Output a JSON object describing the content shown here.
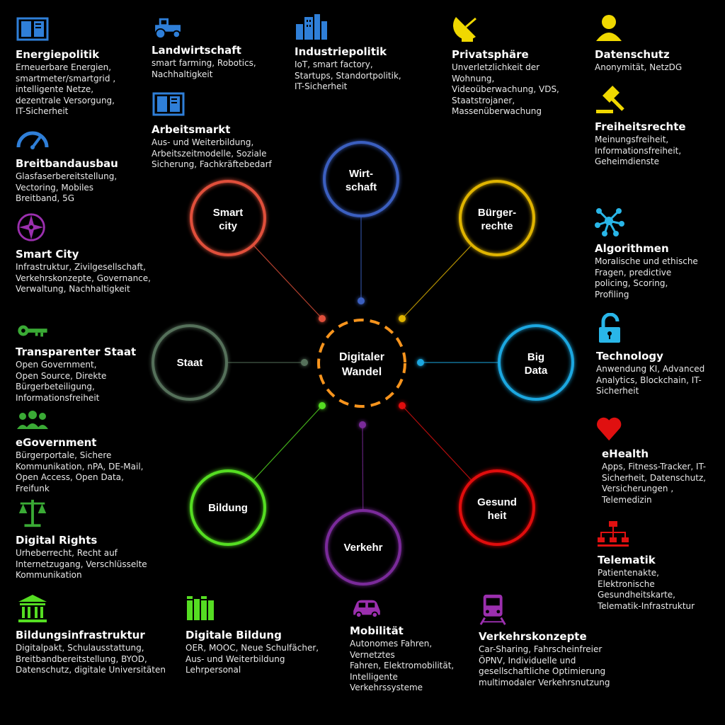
{
  "center": {
    "line1": "Digitaler",
    "line2": "Wandel",
    "color": "#f7941d"
  },
  "nodes": [
    {
      "id": "wirtschaft",
      "line1": "Wirt-",
      "line2": "schaft",
      "color": "#3b5fc0"
    },
    {
      "id": "buergerrechte",
      "line1": "Bürger-",
      "line2": "rechte",
      "color": "#e0b400"
    },
    {
      "id": "bigdata",
      "line1": "Big",
      "line2": "Data",
      "color": "#1aa7e0"
    },
    {
      "id": "gesundheit",
      "line1": "Gesund",
      "line2": "heit",
      "color": "#e01010"
    },
    {
      "id": "verkehr",
      "line1": "Verkehr",
      "line2": "",
      "color": "#7a2a9a"
    },
    {
      "id": "bildung",
      "line1": "Bildung",
      "line2": "",
      "color": "#55dd22"
    },
    {
      "id": "staat",
      "line1": "Staat",
      "line2": "",
      "color": "#55705a"
    },
    {
      "id": "smartcity",
      "line1": "Smart",
      "line2": "city",
      "color": "#e0503a"
    }
  ],
  "blocks": {
    "energiepolitik": {
      "title": "Energiepolitik",
      "desc": "Erneuerbare Energien,\nsmartmeter/smartgrid ,\nintelligente Netze,\ndezentrale Versorgung,\nIT-Sicherheit",
      "icon": "book-icon",
      "color": "#2f7fd8"
    },
    "landwirtschaft": {
      "title": "Landwirtschaft",
      "desc": "smart farming, Robotics,\nNachhaltigkeit",
      "icon": "tractor-icon",
      "color": "#2f7fd8"
    },
    "industriepolitik": {
      "title": "Industriepolitik",
      "desc": "IoT, smart factory,\nStartups, Standortpolitik,\nIT-Sicherheit",
      "icon": "buildings-icon",
      "color": "#2f7fd8"
    },
    "privatsphaere": {
      "title": "Privatsphäre",
      "desc": "Unverletzlichkeit der\nWohnung,\nVideoüberwachung, VDS,\nStaatstrojaner,\nMassenüberwachung",
      "icon": "satellite-dish-icon",
      "color": "#f0d800"
    },
    "datenschutz": {
      "title": "Datenschutz",
      "desc": "Anonymität, NetzDG",
      "icon": "user-icon",
      "color": "#f0d800"
    },
    "arbeitsmarkt": {
      "title": "Arbeitsmarkt",
      "desc": "Aus- und Weiterbildung,\nArbeitszeitmodelle, Soziale\nSicherung, Fachkräftebedarf",
      "icon": "book-icon",
      "color": "#2f7fd8"
    },
    "freiheitsrechte": {
      "title": "Freiheitsrechte",
      "desc": "Meinungsfreiheit,\nInformationsfreiheit,\nGeheimdienste",
      "icon": "gavel-icon",
      "color": "#f0d800"
    },
    "breitbandausbau": {
      "title": "Breitbandausbau",
      "desc": "Glasfaserbereitstellung,\nVectoring, Mobiles\nBreitband, 5G",
      "icon": "speedometer-icon",
      "color": "#2f7fd8"
    },
    "smartcity": {
      "title": "Smart City",
      "desc": "Infrastruktur, Zivilgesellschaft,\nVerkehrskonzepte, Governance,\nVerwaltung, Nachhaltigkeit",
      "icon": "compass-icon",
      "color": "#9b2fae"
    },
    "algorithmen": {
      "title": "Algorithmen",
      "desc": "Moralische und ethische\nFragen, predictive\npolicing, Scoring,\nProfiling",
      "icon": "network-icon",
      "color": "#29b6e8"
    },
    "transparenter": {
      "title": "Transparenter Staat",
      "desc": "Open Government,\nOpen Source, Direkte\nBürgerbeteiligung,\nInformationsfreiheit",
      "icon": "key-icon",
      "color": "#3aaa35"
    },
    "technology": {
      "title": "Technology",
      "desc": "Anwendung KI, Advanced\nAnalytics, Blockchain, IT-\nSicherheit",
      "icon": "unlock-icon",
      "color": "#29b6e8"
    },
    "egovernment": {
      "title": "eGovernment",
      "desc": "Bürgerportale, Sichere\nKommunikation, nPA, DE-Mail,\nOpen Access, Open Data,\nFreifunk",
      "icon": "users-icon",
      "color": "#3aaa35"
    },
    "ehealth": {
      "title": "eHealth",
      "desc": "Apps, Fitness-Tracker, IT-\nSicherheit, Datenschutz,\nVersicherungen ,\nTelemedizin",
      "icon": "heart-icon",
      "color": "#e01010"
    },
    "digitalrights": {
      "title": "Digital Rights",
      "desc": "Urheberrecht, Recht auf\nInternetzugang, Verschlüsselte\nKommunikation",
      "icon": "scales-icon",
      "color": "#3aaa35"
    },
    "telematik": {
      "title": "Telematik",
      "desc": "Patientenakte,\nElektronische\nGesundheitskarte,\nTelematik-Infrastruktur",
      "icon": "hierarchy-icon",
      "color": "#e01010"
    },
    "bildungsinfra": {
      "title": "Bildungsinfrastruktur",
      "desc": "Digitalpakt, Schulausstattung,\nBreitbandbereitstellung, BYOD,\nDatenschutz, digitale Universitäten",
      "icon": "institution-icon",
      "color": "#55dd22"
    },
    "digitalebildung": {
      "title": "Digitale Bildung",
      "desc": "OER, MOOC, Neue Schulfächer,\nAus- und Weiterbildung\nLehrpersonal",
      "icon": "books-icon",
      "color": "#55dd22"
    },
    "mobilitaet": {
      "title": "Mobilität",
      "desc": "Autonomes Fahren,\nVernetztes\nFahren, Elektromobilität,\nIntelligente\nVerkehrssysteme",
      "icon": "car-icon",
      "color": "#9b2fae"
    },
    "verkehrskonzepte": {
      "title": "Verkehrskonzepte",
      "desc": "Car-Sharing, Fahrscheinfreier\nÖPNV, Individuelle und\ngesellschaftliche Optimierung\nmultimodaler Verkehrsnutzung",
      "icon": "train-icon",
      "color": "#9b2fae"
    }
  }
}
